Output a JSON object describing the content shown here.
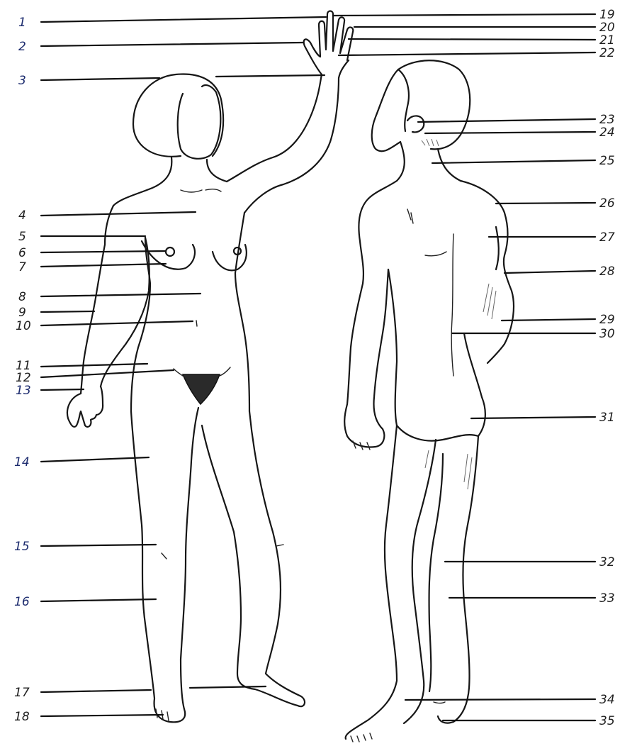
{
  "diagram": {
    "left_labels": [
      "1",
      "2",
      "3",
      "4",
      "5",
      "6",
      "7",
      "8",
      "9",
      "10",
      "11",
      "12",
      "13",
      "14",
      "15",
      "16",
      "17",
      "18"
    ],
    "right_labels": [
      "19",
      "20",
      "21",
      "22",
      "23",
      "24",
      "25",
      "26",
      "27",
      "28",
      "29",
      "30",
      "31",
      "32",
      "33",
      "34",
      "35"
    ],
    "ink_colors": {
      "black": "#1f1f1f",
      "blue": "#1c2b6e"
    },
    "figures": [
      "female-front-figure",
      "male-back-figure"
    ]
  }
}
